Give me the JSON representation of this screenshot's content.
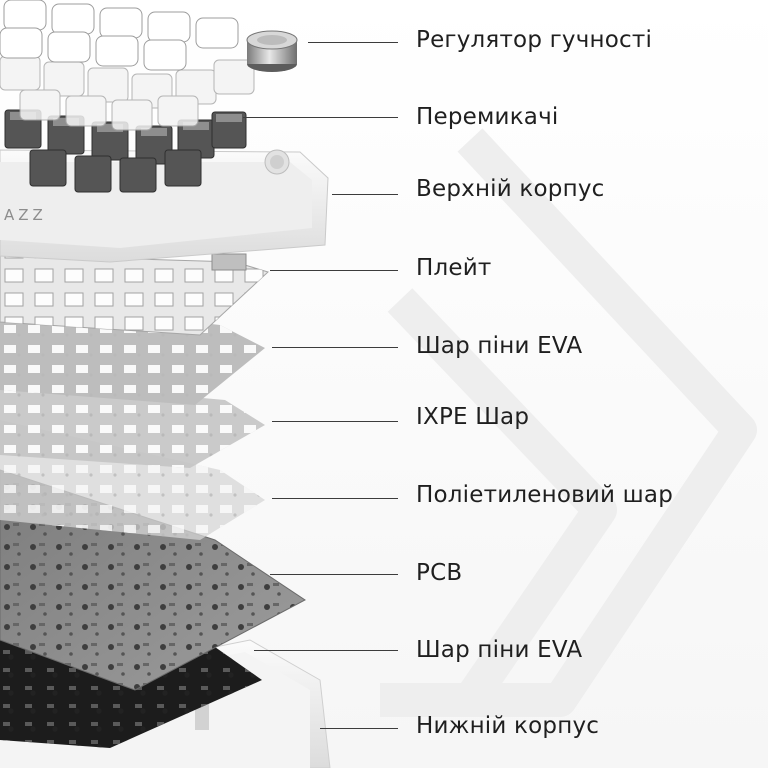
{
  "watermark": {
    "icon": "brand-watermark-icon"
  },
  "illustration": {
    "brand_marking": "AZZ"
  },
  "callouts": [
    {
      "label": "Регулятор гучності"
    },
    {
      "label": "Перемикачі"
    },
    {
      "label": "Верхній корпус"
    },
    {
      "label": "Плейт"
    },
    {
      "label": "Шар піни EVA"
    },
    {
      "label": "IXPE Шар"
    },
    {
      "label": "Поліетиленовий шар"
    },
    {
      "label": "PCB"
    },
    {
      "label": "Шар піни EVA"
    },
    {
      "label": "Нижній корпус"
    }
  ]
}
